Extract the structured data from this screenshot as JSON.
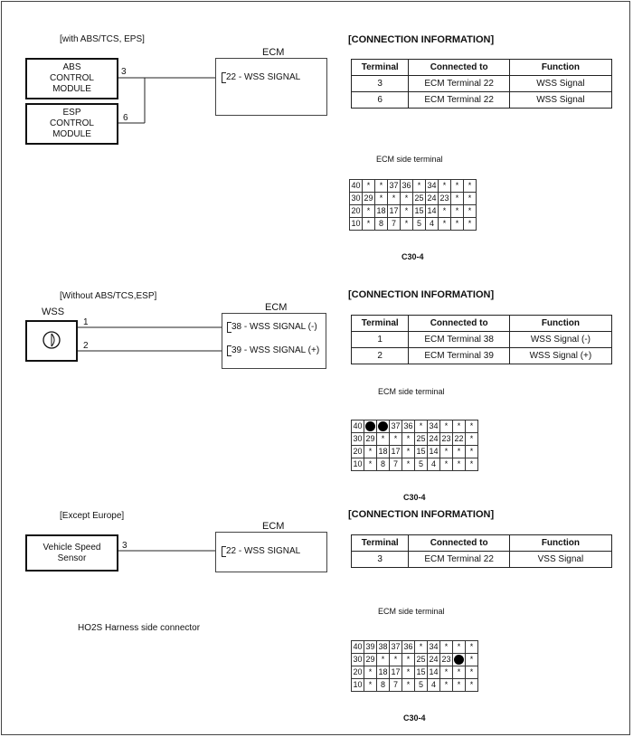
{
  "connection_header": "[CONNECTION INFORMATION]",
  "ecm_label": "ECM",
  "ecm_side_terminal": "ECM side terminal",
  "connector_code": "C30-4",
  "table_headers": {
    "terminal": "Terminal",
    "connected_to": "Connected to",
    "function": "Function"
  },
  "section1": {
    "note": "[with ABS/TCS, EPS]",
    "module1_lines": [
      "ABS",
      "CONTROL",
      "MODULE"
    ],
    "module2_lines": [
      "ESP",
      "CONTROL",
      "MODULE"
    ],
    "pin1": "3",
    "pin2": "6",
    "ecm_pin_label": "22 - WSS SIGNAL",
    "rows": [
      {
        "terminal": "3",
        "connected_to": "ECM Terminal 22",
        "function": "WSS Signal"
      },
      {
        "terminal": "6",
        "connected_to": "ECM Terminal 22",
        "function": "WSS Signal"
      }
    ],
    "connector_rows": [
      [
        "40",
        "*",
        "*",
        "37",
        "36",
        "*",
        "34",
        "*",
        "*",
        "*"
      ],
      [
        "30",
        "29",
        "*",
        "*",
        "*",
        "25",
        "24",
        "23",
        "*",
        "*"
      ],
      [
        "20",
        "*",
        "18",
        "17",
        "*",
        "15",
        "14",
        "*",
        "*",
        "*"
      ],
      [
        "10",
        "*",
        "8",
        "7",
        "*",
        "5",
        "4",
        "*",
        "*",
        "*"
      ]
    ]
  },
  "section2": {
    "note": "[Without ABS/TCS,ESP]",
    "sensor_label": "WSS",
    "pin1": "1",
    "pin2": "2",
    "ecm_pin1_label": "38 - WSS SIGNAL (-)",
    "ecm_pin2_label": "39 - WSS SIGNAL (+)",
    "rows": [
      {
        "terminal": "1",
        "connected_to": "ECM Terminal 38",
        "function": "WSS Signal (-)"
      },
      {
        "terminal": "2",
        "connected_to": "ECM Terminal 39",
        "function": "WSS Signal (+)"
      }
    ],
    "connector_rows": [
      [
        "40",
        "●",
        "●",
        "37",
        "36",
        "*",
        "34",
        "*",
        "*",
        "*"
      ],
      [
        "30",
        "29",
        "*",
        "*",
        "*",
        "25",
        "24",
        "23",
        "22",
        "*"
      ],
      [
        "20",
        "*",
        "18",
        "17",
        "*",
        "15",
        "14",
        "*",
        "*",
        "*"
      ],
      [
        "10",
        "*",
        "8",
        "7",
        "*",
        "5",
        "4",
        "*",
        "*",
        "*"
      ]
    ]
  },
  "section3": {
    "note": "[Except Europe]",
    "sensor_lines": [
      "Vehicle Speed",
      "Sensor"
    ],
    "pin": "3",
    "ecm_pin_label": "22 - WSS SIGNAL",
    "ho2s_label": "HO2S Harness side connector",
    "rows": [
      {
        "terminal": "3",
        "connected_to": "ECM Terminal 22",
        "function": "VSS Signal"
      }
    ],
    "connector_rows": [
      [
        "40",
        "39",
        "38",
        "37",
        "36",
        "*",
        "34",
        "*",
        "*",
        "*"
      ],
      [
        "30",
        "29",
        "*",
        "*",
        "*",
        "25",
        "24",
        "23",
        "●",
        "*"
      ],
      [
        "20",
        "*",
        "18",
        "17",
        "*",
        "15",
        "14",
        "*",
        "*",
        "*"
      ],
      [
        "10",
        "*",
        "8",
        "7",
        "*",
        "5",
        "4",
        "*",
        "*",
        "*"
      ]
    ]
  }
}
